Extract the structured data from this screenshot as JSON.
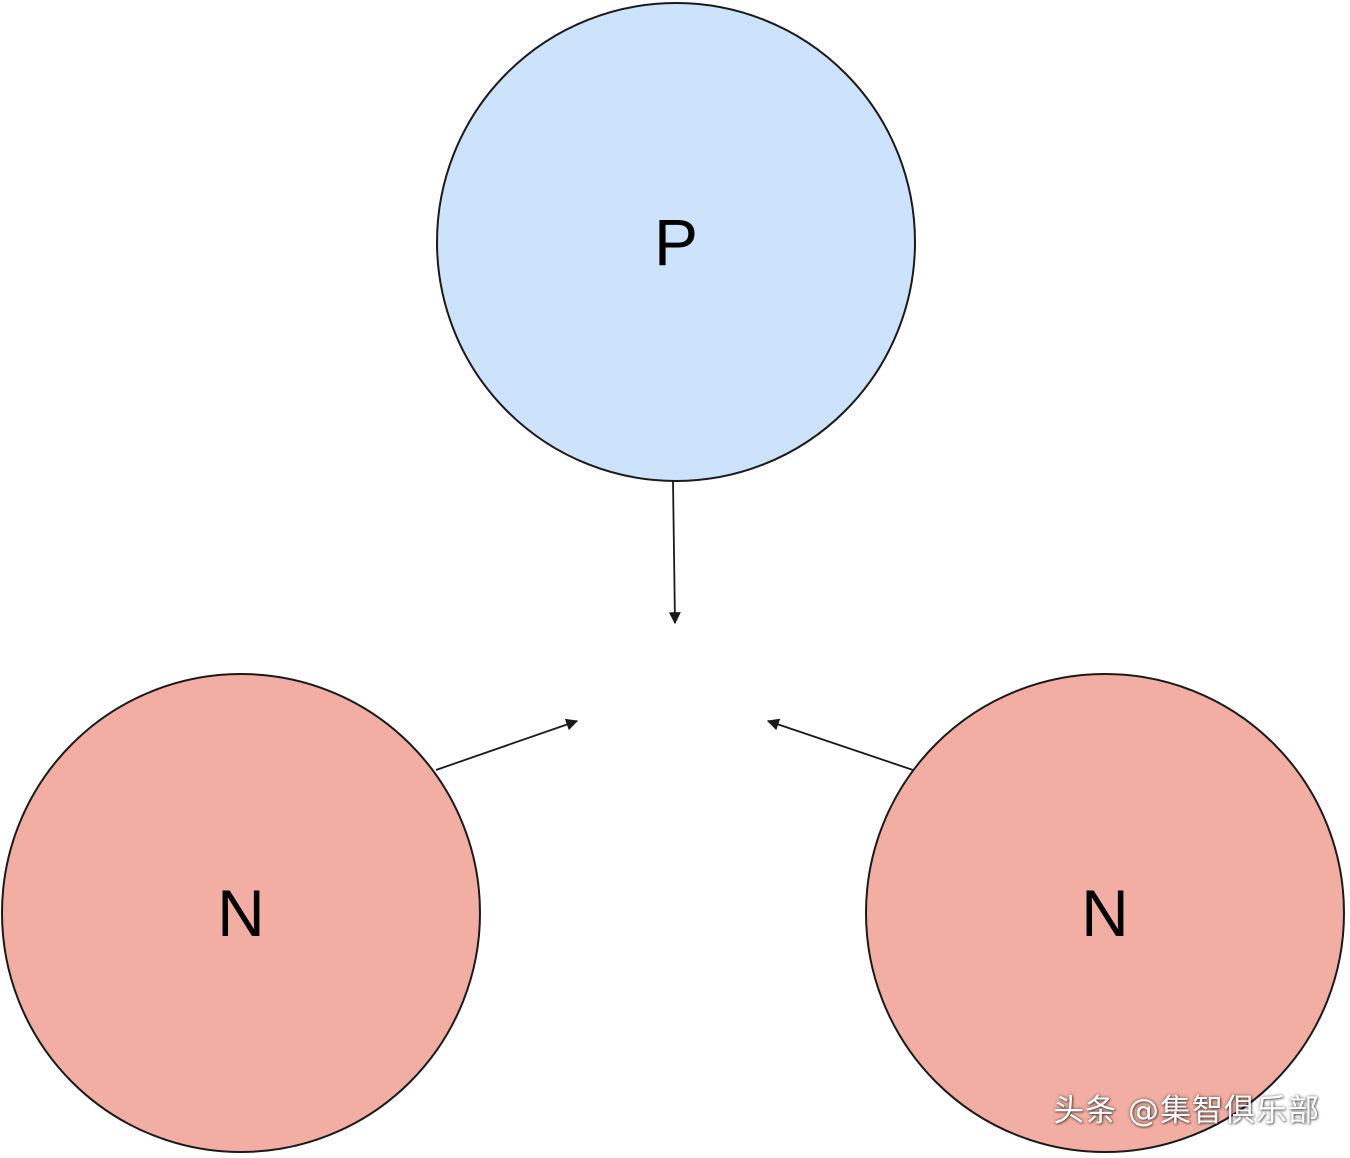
{
  "nodes": [
    {
      "id": "p",
      "label": "P",
      "fill": "#cce3fb",
      "stroke": "#1a1a1a"
    },
    {
      "id": "n_left",
      "label": "N",
      "fill": "#f2aea2",
      "stroke": "#1a1a1a"
    },
    {
      "id": "n_right",
      "label": "N",
      "fill": "#f2aea2",
      "stroke": "#1a1a1a"
    }
  ],
  "arrows": [
    {
      "from": "p",
      "direction": "toward-center"
    },
    {
      "from": "n_left",
      "direction": "toward-center"
    },
    {
      "from": "n_right",
      "direction": "toward-center"
    }
  ],
  "watermark": "头条 @集智俱乐部"
}
